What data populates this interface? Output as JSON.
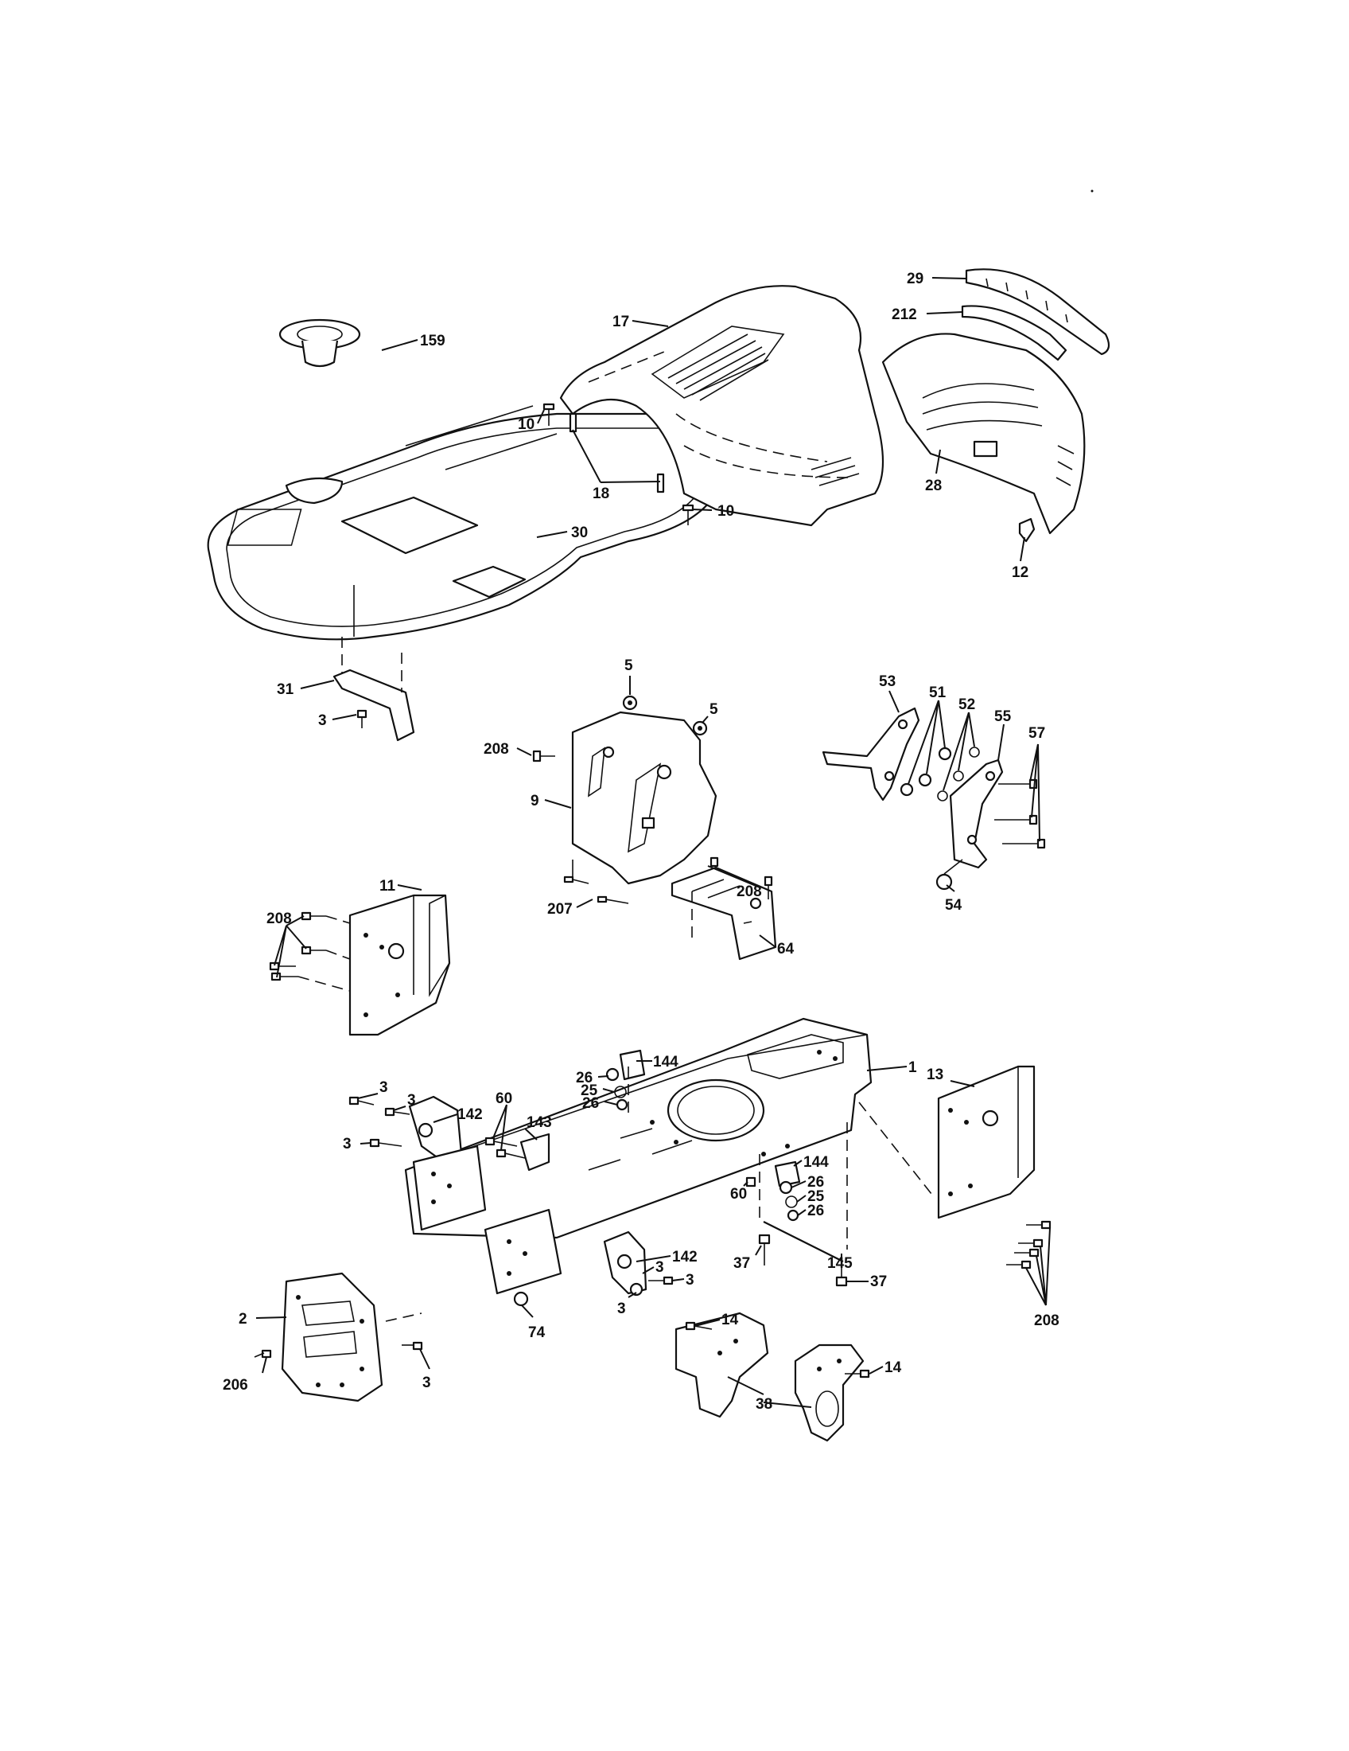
{
  "labels": [
    {
      "t": "29"
    },
    {
      "t": "212"
    },
    {
      "t": "17"
    },
    {
      "t": "159"
    },
    {
      "t": "10"
    },
    {
      "t": "18"
    },
    {
      "t": "10"
    },
    {
      "t": "30"
    },
    {
      "t": "28"
    },
    {
      "t": "12"
    },
    {
      "t": "31"
    },
    {
      "t": "3"
    },
    {
      "t": "5"
    },
    {
      "t": "5"
    },
    {
      "t": "208"
    },
    {
      "t": "9"
    },
    {
      "t": "53"
    },
    {
      "t": "51"
    },
    {
      "t": "52"
    },
    {
      "t": "55"
    },
    {
      "t": "57"
    },
    {
      "t": "54"
    },
    {
      "t": "11"
    },
    {
      "t": "208"
    },
    {
      "t": "208"
    },
    {
      "t": "207"
    },
    {
      "t": "64"
    },
    {
      "t": "1"
    },
    {
      "t": "13"
    },
    {
      "t": "144"
    },
    {
      "t": "26"
    },
    {
      "t": "25"
    },
    {
      "t": "26"
    },
    {
      "t": "3"
    },
    {
      "t": "3"
    },
    {
      "t": "60"
    },
    {
      "t": "142"
    },
    {
      "t": "143"
    },
    {
      "t": "3"
    },
    {
      "t": "144"
    },
    {
      "t": "26"
    },
    {
      "t": "60"
    },
    {
      "t": "25"
    },
    {
      "t": "26"
    },
    {
      "t": "142"
    },
    {
      "t": "3"
    },
    {
      "t": "37"
    },
    {
      "t": "145"
    },
    {
      "t": "3"
    },
    {
      "t": "37"
    },
    {
      "t": "208"
    },
    {
      "t": "74"
    },
    {
      "t": "3"
    },
    {
      "t": "14"
    },
    {
      "t": "2"
    },
    {
      "t": "14"
    },
    {
      "t": "206"
    },
    {
      "t": "3"
    },
    {
      "t": "38"
    }
  ]
}
